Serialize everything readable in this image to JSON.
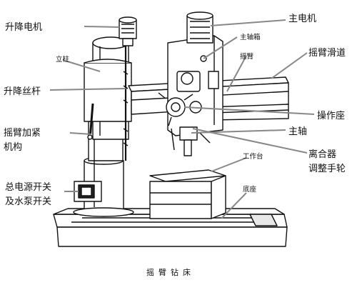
{
  "caption": "摇臂钻床",
  "labels": {
    "lift_motor": "升降电机",
    "column": "立柱",
    "lift_screw": "升降丝杆",
    "arm_clamp_1": "摇臂加紧",
    "arm_clamp_2": "机构",
    "power_1": "总电源开关",
    "power_2": "及水泵开关",
    "main_motor": "主电机",
    "spindle_box": "主轴箱",
    "rocker_arm": "摇臂",
    "arm_slide": "摇臂滑道",
    "operation_seat": "操作座",
    "spindle": "主轴",
    "clutch_1": "离合器",
    "clutch_2": "调整手轮",
    "worktable": "工作台",
    "base": "底座"
  }
}
